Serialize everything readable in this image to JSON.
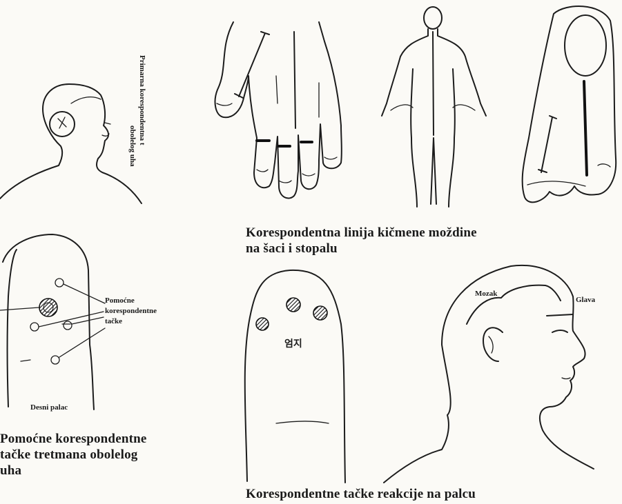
{
  "labels": {
    "ear_primary": "Primarna korespondentna t",
    "ear_secondary": "obolelog uha",
    "aux_points": [
      "Pomoćne",
      "korespondentne",
      "tačke"
    ],
    "right_thumb": "Desni palac",
    "thumb_korean": "엄지",
    "brain": "Mozak",
    "head": "Glava"
  },
  "captions": {
    "spine_line1": "Korespondentna linija kičmene moždine",
    "spine_line2": "na šaci i stopalu",
    "aux_line1": "Pomoćne korespondentne",
    "aux_line2": "tačke tretmana obolelog",
    "aux_line3": "uha",
    "reaction": "Korespondentne tačke reakcije na palcu"
  }
}
